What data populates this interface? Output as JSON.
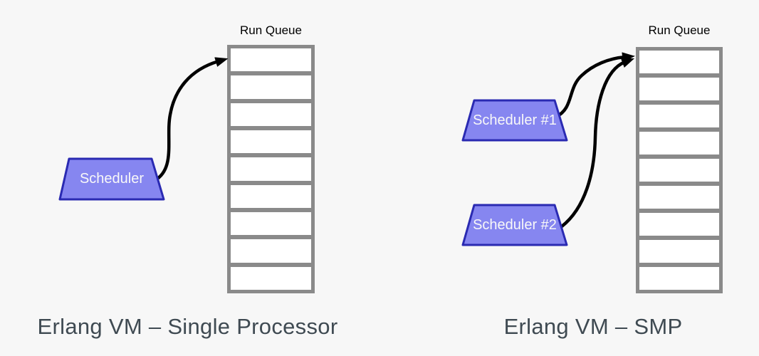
{
  "colors": {
    "background": "#f7f7f7",
    "trapezoid_fill": "#8686f0",
    "trapezoid_border": "#2a2ab2",
    "queue_border": "#8a8a8a",
    "cell_fill": "#ffffff",
    "caption": "#3f4a52",
    "arrow": "#000000",
    "label_text": "#f8f8f8",
    "queue_label_text": "#000000"
  },
  "left_diagram": {
    "caption": "Erlang VM – Single Processor",
    "run_queue": {
      "label": "Run Queue",
      "cell_count": 9
    },
    "schedulers": [
      {
        "label": "Scheduler"
      }
    ]
  },
  "right_diagram": {
    "caption": "Erlang VM – SMP",
    "run_queue": {
      "label": "Run Queue",
      "cell_count": 9
    },
    "schedulers": [
      {
        "label": "Scheduler #1"
      },
      {
        "label": "Scheduler #2"
      }
    ]
  }
}
